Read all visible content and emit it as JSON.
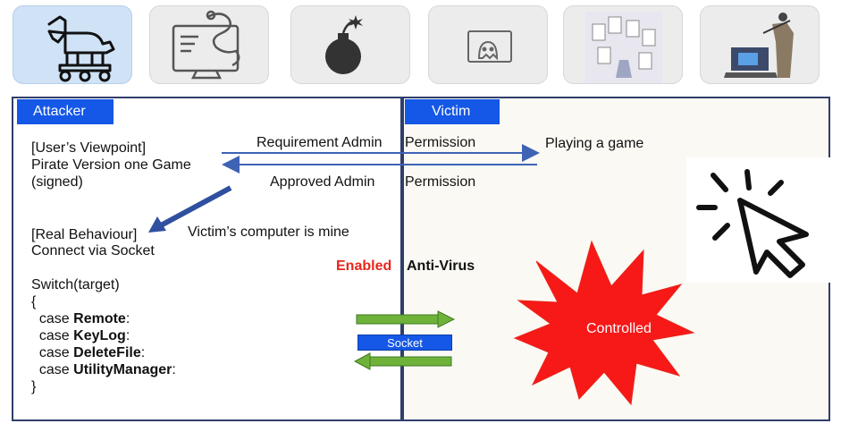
{
  "headers": {
    "attacker": "Attacker",
    "victim": "Victim"
  },
  "left": {
    "viewpoint": "[User’s Viewpoint]",
    "game": "Pirate Version one Game",
    "signed": "(signed)",
    "real_behaviour": "[Real Behaviour]",
    "connect": "Connect via Socket",
    "computer_mine": "Victim’s computer is mine",
    "switch_line": "Switch(target)",
    "open_brace": "{",
    "case_word": "case",
    "case_remote": "Remote",
    "case_keylog": "KeyLog",
    "case_deletefile": "DeleteFile",
    "case_utility": "UtilityManager",
    "close_brace": "}"
  },
  "arrows": {
    "requirement": "Requirement Admin",
    "permission_top": "Permission",
    "approved": "Approved Admin",
    "permission_bottom": "Permission"
  },
  "right": {
    "playing": "Playing a game",
    "enabled": "Enabled",
    "antivirus": "Anti-Virus",
    "controlled": "Controlled"
  },
  "socket_label": "Socket",
  "colors": {
    "blue": "#1557e6",
    "green": "#6fb23a",
    "red": "#e8261b",
    "arrow_blue": "#3e63b5"
  },
  "icons": [
    "trojan-horse-icon",
    "worm-computer-icon",
    "bomb-icon",
    "ghost-screen-icon",
    "phishing-documents-icon",
    "spyware-laptop-icon"
  ]
}
